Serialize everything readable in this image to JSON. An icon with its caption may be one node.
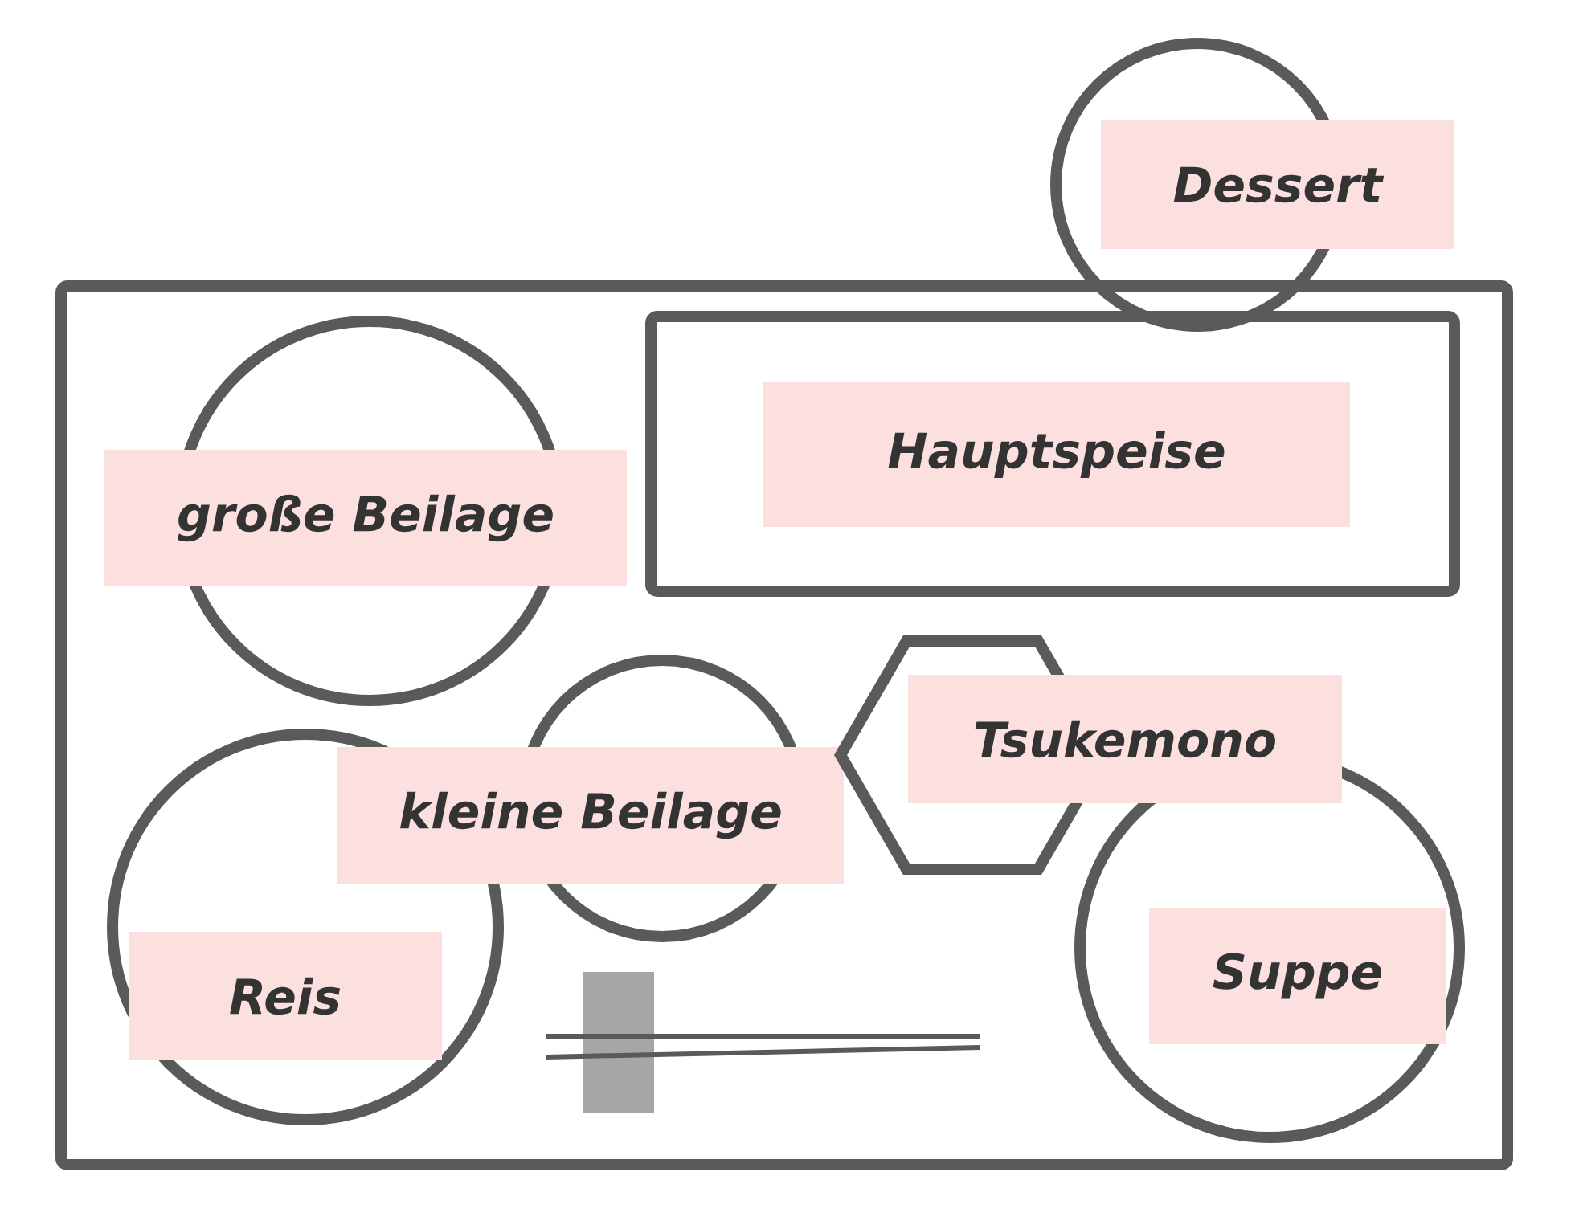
{
  "diagram": {
    "nodes": [
      {
        "text": [
          "Dessert"
        ]
      },
      {
        "text": [],
        "shape": "box"
      },
      {
        "text": [
          "große Beilage"
        ],
        "in": 1
      },
      {
        "text": [
          "Hauptspeise"
        ],
        "in": 1
      },
      {
        "text": [
          "kleine Beilage"
        ],
        "in": 1
      },
      {
        "text": [
          "Tsukemono"
        ],
        "in": 1
      },
      {
        "text": [
          "Reis"
        ],
        "in": 1
      },
      {
        "text": [
          "Suppe"
        ],
        "in": 1
      }
    ]
  }
}
